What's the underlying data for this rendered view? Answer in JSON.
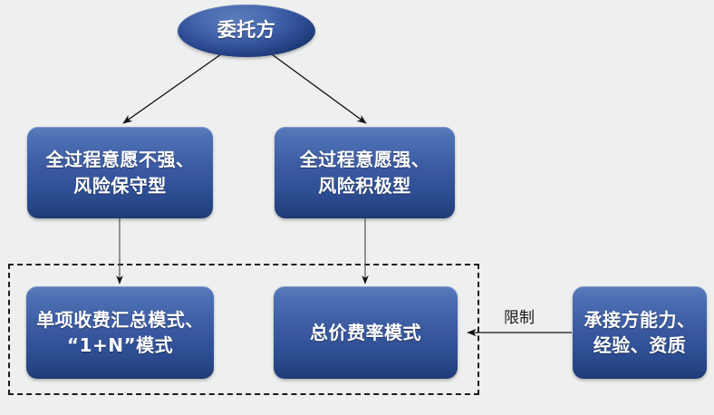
{
  "diagram": {
    "background_color": "#eeefef",
    "node_fill_top": "#5a7cbd",
    "node_fill_bottom": "#1d3a74",
    "node_text_color": "#ffffff",
    "edge_color": "#1c1c1c",
    "nodes": {
      "client": {
        "label": "委托方",
        "shape": "ellipse"
      },
      "weak_conservative": {
        "line1": "全过程意愿不强、",
        "line2": "风险保守型",
        "shape": "rounded-rect"
      },
      "strong_aggressive": {
        "line1": "全过程意愿强、",
        "line2": "风险积极型",
        "shape": "rounded-rect"
      },
      "itemized_mode": {
        "line1": "单项收费汇总模式、",
        "line2": "“1+N”模式",
        "shape": "rounded-rect"
      },
      "lumpsum_rate_mode": {
        "label": "总价费率模式",
        "shape": "rounded-rect"
      },
      "contractor_capability": {
        "line1": "承接方能力、",
        "line2": "经验、资质",
        "shape": "rounded-rect"
      }
    },
    "edges": {
      "restriction_label": "限制"
    },
    "group_region": {
      "style": "dashed"
    }
  }
}
